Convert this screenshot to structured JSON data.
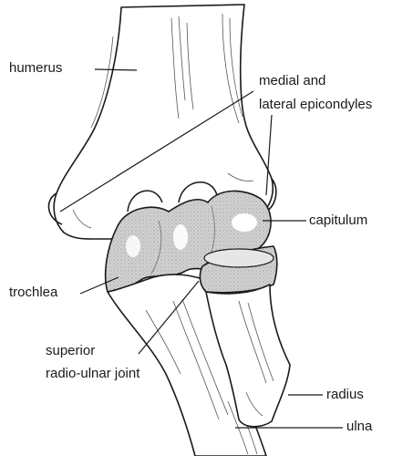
{
  "labels": {
    "humerus": "humerus",
    "epicondyles_line1": "medial and",
    "epicondyles_line2": "lateral epicondyles",
    "capitulum": "capitulum",
    "trochlea": "trochlea",
    "joint_line1": "superior",
    "joint_line2": "radio-ulnar joint",
    "radius": "radius",
    "ulna": "ulna"
  },
  "colors": {
    "outline": "#1a1a1a",
    "cartilage_fill": "#cfcfcf",
    "highlight": "#ffffff",
    "bone_fill": "#ffffff"
  }
}
